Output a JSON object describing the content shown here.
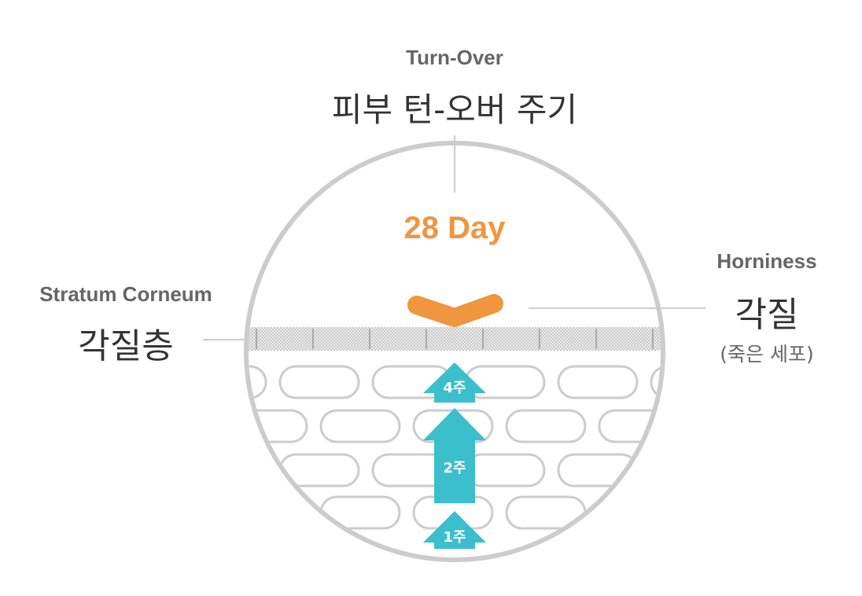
{
  "title": {
    "en": "Turn-Over",
    "ko": "피부 턴-오버 주기"
  },
  "cycle": {
    "label": "28 Day"
  },
  "left_label": {
    "en": "Stratum Corneum",
    "ko": "각질층"
  },
  "right_label": {
    "en": "Horniness",
    "ko": "각질",
    "sub": "(죽은 세포)"
  },
  "arrows": [
    {
      "label": "4주"
    },
    {
      "label": "2주"
    },
    {
      "label": "1주"
    }
  ],
  "colors": {
    "accent": "#F0963F",
    "arrow": "#3BBFCC",
    "outline": "#CCCCCC",
    "text": "#333333",
    "subtext": "#666666"
  }
}
